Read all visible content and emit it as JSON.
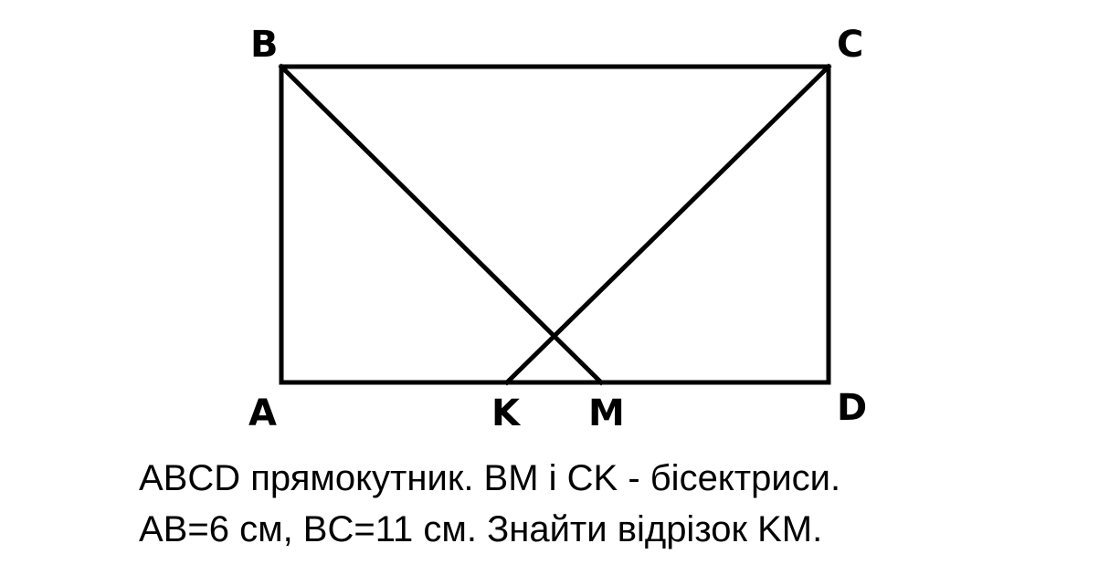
{
  "points": {
    "A": "A",
    "B": "B",
    "C": "C",
    "D": "D",
    "K": "K",
    "M": "M"
  },
  "problem": {
    "line1": "ABCD прямокутник. BM і CK - бісектриси.",
    "line2": "AB=6 см, BC=11 см. Знайти відрізок KM."
  },
  "colors": {
    "line": "#000000",
    "background": "#ffffff"
  }
}
